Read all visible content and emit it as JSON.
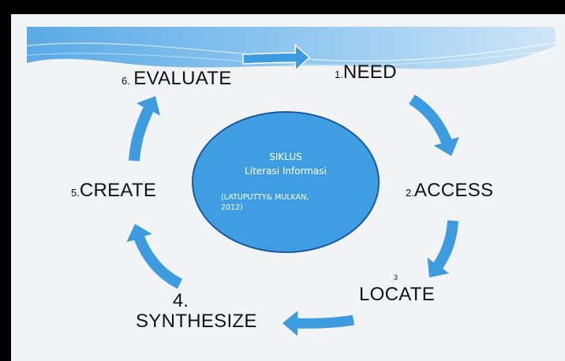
{
  "center": {
    "title": "SIKLUS",
    "subtitle": "Literasi Informasi",
    "citation_line1": "(LATUPUTTY& MULKAN,",
    "citation_line2": "2012)"
  },
  "stages": {
    "need": {
      "number": "1.",
      "name": "NEED"
    },
    "access": {
      "number": "2.",
      "name": "ACCESS"
    },
    "locate": {
      "number": "3",
      "name": "LOCATE"
    },
    "synthesize": {
      "number": "4.",
      "name": "SYNTHESIZE"
    },
    "create": {
      "number": "5.",
      "name": "CREATE"
    },
    "evaluate": {
      "number": "6.",
      "name": "EVALUATE"
    }
  },
  "colors": {
    "arrow": "#3d9be0",
    "circle_fill": "#3f9de2",
    "circle_stroke": "#1b5aa3",
    "banner": "#4a9ede",
    "background": "#f2f3f4"
  }
}
